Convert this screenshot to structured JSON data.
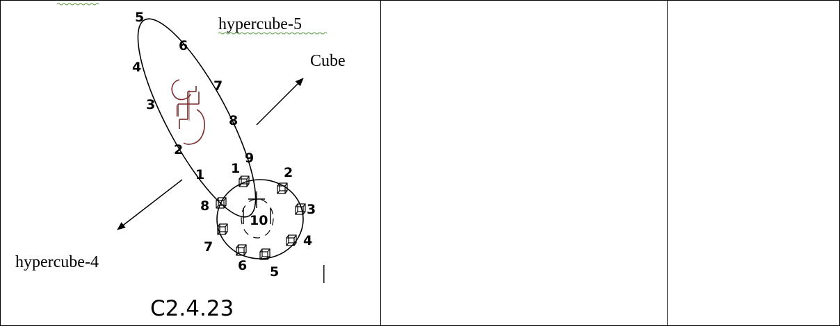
{
  "labels": {
    "hypercube5": "hypercube-5",
    "cube": "Cube",
    "hypercube4": "hypercube-4",
    "caption": "C2.4.23",
    "cursor": "|"
  },
  "ellipse_numbers": [
    "1",
    "2",
    "3",
    "4",
    "5",
    "6",
    "7",
    "8",
    "9"
  ],
  "circle_numbers": [
    "1",
    "2",
    "3",
    "4",
    "5",
    "6",
    "7",
    "8",
    "10"
  ],
  "colors": {
    "line": "#000000",
    "symbol": "#7a2a2a",
    "spellcheck": "#5a9a3a"
  },
  "icons": [
    "cube-icon",
    "swastika-icon",
    "arrow-icon"
  ]
}
